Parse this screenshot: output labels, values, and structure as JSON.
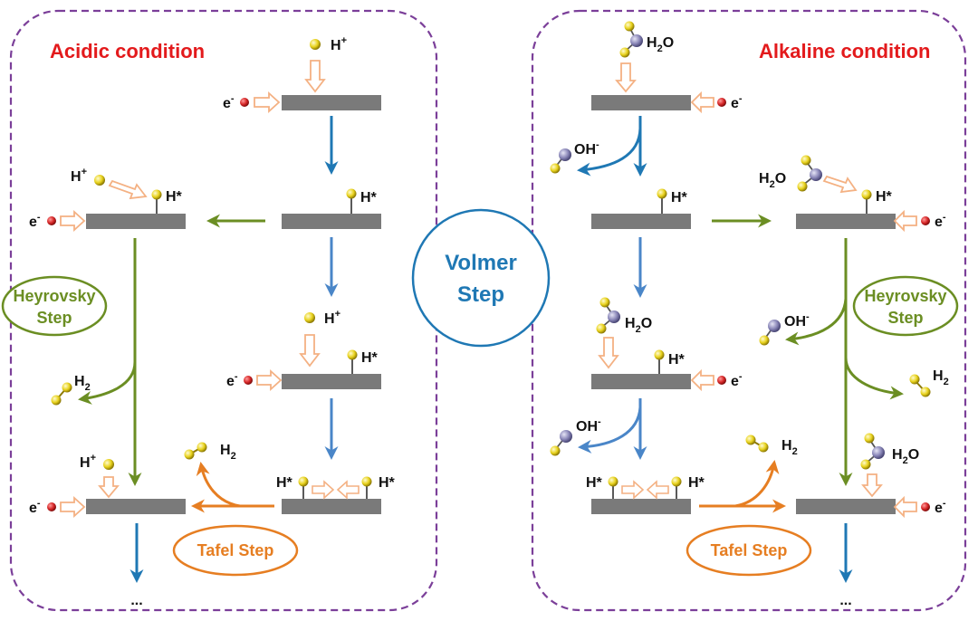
{
  "panels": {
    "acidic_title": "Acidic condition",
    "alkaline_title": "Alkaline condition"
  },
  "center": {
    "volmer_line1": "Volmer",
    "volmer_line2": "Step"
  },
  "steps": {
    "heyrovsky_line1": "Heyrovsky",
    "heyrovsky_line2": "Step",
    "tafel": "Tafel Step"
  },
  "species": {
    "proton_base": "H",
    "proton_sup": "+",
    "electron_base": "e",
    "electron_sup": "-",
    "hstar": "H*",
    "hydrogen_base": "H",
    "hydrogen_sub": "2",
    "water_h": "H",
    "water_sub": "2",
    "water_o": "O",
    "hydroxide_base": "OH",
    "hydroxide_sup": "-",
    "ellipsis": "..."
  },
  "colors": {
    "dash_border": "#7b3f99",
    "acidic_title": "#e31a1c",
    "alkaline_title": "#e31a1c",
    "volmer": "#1f78b4",
    "heyrovsky": "#6b8e23",
    "tafel": "#e67e22",
    "surface": "#7a7a7a",
    "hydrogen_atom": "#e3d21a",
    "oxygen_atom": "#8a87b8",
    "electron": "#d62728",
    "hollow_arrow": "#f4b183"
  }
}
